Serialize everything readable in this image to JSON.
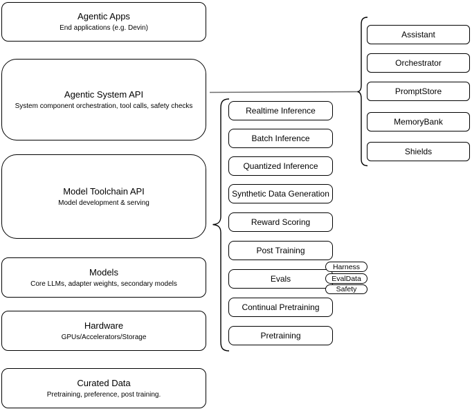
{
  "diagram": {
    "colors": {
      "background": "#ffffff",
      "node_border": "#000000",
      "node_fill": "#ffffff",
      "connector": "#6e6e6e"
    },
    "left_stack": [
      {
        "title": "Agentic Apps",
        "subtitle": "End applications (e.g. Devin)"
      },
      {
        "title": "Agentic System API",
        "subtitle": "System component orchestration, tool calls, safety checks"
      },
      {
        "title": "Model Toolchain API",
        "subtitle": "Model development & serving"
      },
      {
        "title": "Models",
        "subtitle": "Core LLMs, adapter weights, secondary models"
      },
      {
        "title": "Hardware",
        "subtitle": "GPUs/Accelerators/Storage"
      },
      {
        "title": "Curated Data",
        "subtitle": "Pretraining, preference, post training."
      }
    ],
    "toolchain_group": {
      "items": [
        "Realtime Inference",
        "Batch Inference",
        "Quantized Inference",
        "Synthetic Data Generation",
        "Reward Scoring",
        "Post Training",
        "Evals",
        "Continual Pretraining",
        "Pretraining"
      ],
      "evals_tags": [
        "Harness",
        "EvalData",
        "Safety"
      ]
    },
    "components_group": {
      "items": [
        "Assistant",
        "Orchestrator",
        "PromptStore",
        "MemoryBank",
        "Shields"
      ]
    }
  }
}
